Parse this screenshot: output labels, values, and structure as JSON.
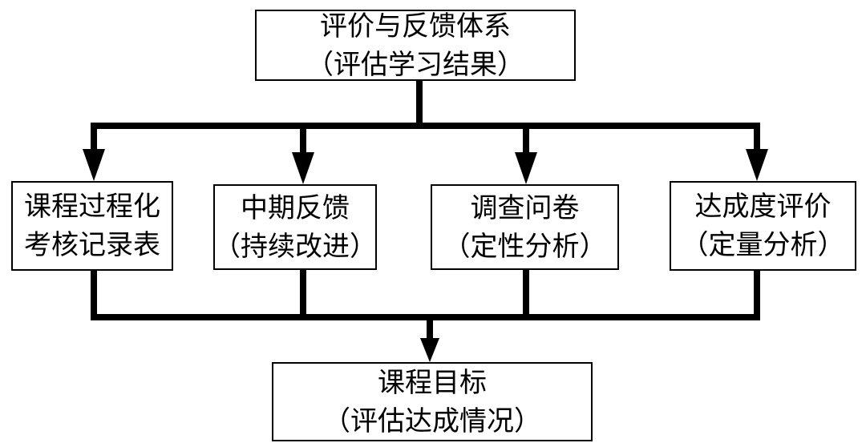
{
  "diagram": {
    "top_box": {
      "line1": "评价与反馈体系",
      "line2": "（评估学习结果）"
    },
    "middle_boxes": [
      {
        "line1": "课程过程化",
        "line2": "考核记录表"
      },
      {
        "line1": "中期反馈",
        "line2": "（持续改进）"
      },
      {
        "line1": "调查问卷",
        "line2": "（定性分析）"
      },
      {
        "line1": "达成度评价",
        "line2": "（定量分析）"
      }
    ],
    "bottom_box": {
      "line1": "课程目标",
      "line2": "（评估达成情况）"
    }
  }
}
